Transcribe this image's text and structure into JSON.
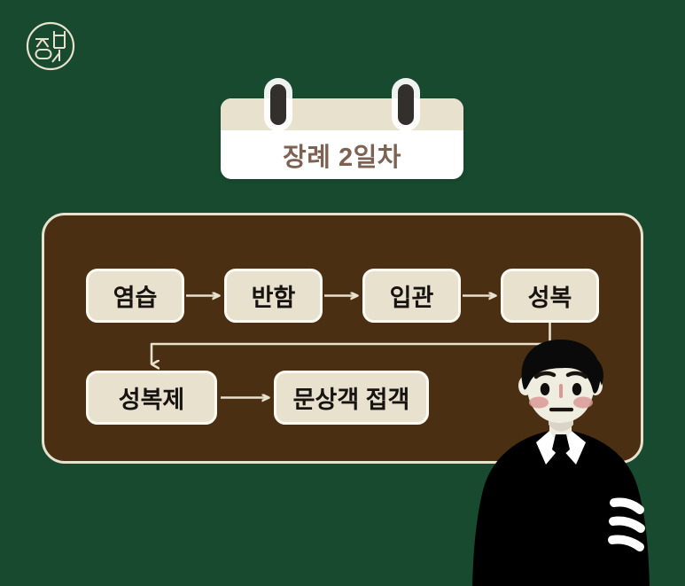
{
  "page": {
    "background_color": "#174A2E",
    "panel_color": "#4A2F12",
    "card_color": "#FFFFFF",
    "card_top_color": "#E8E1CE",
    "box_color": "#E8E1CE",
    "box_border_color": "#FBF9F2",
    "title_text_color": "#7D6153",
    "box_text_color": "#161310"
  },
  "logo": {
    "name": "circular-korean-seal-logo",
    "alt": "정"
  },
  "header": {
    "title": "장례 2일차",
    "clips": [
      {
        "name": "binder-clip-left"
      },
      {
        "name": "binder-clip-right"
      }
    ]
  },
  "flow": {
    "nodes": [
      {
        "id": "yeomseup",
        "label": "염습",
        "row": 1,
        "order": 1
      },
      {
        "id": "banham",
        "label": "반함",
        "row": 1,
        "order": 2
      },
      {
        "id": "ipgwan",
        "label": "입관",
        "row": 1,
        "order": 3
      },
      {
        "id": "seongbok",
        "label": "성복",
        "row": 1,
        "order": 4
      },
      {
        "id": "seongbokje",
        "label": "성복제",
        "row": 2,
        "order": 1
      },
      {
        "id": "munsang",
        "label": "문상객 접객",
        "row": 2,
        "order": 2
      }
    ],
    "edges": [
      {
        "from": "yeomseup",
        "to": "banham",
        "style": "straight-right"
      },
      {
        "from": "banham",
        "to": "ipgwan",
        "style": "straight-right"
      },
      {
        "from": "ipgwan",
        "to": "seongbok",
        "style": "straight-right"
      },
      {
        "from": "seongbok",
        "to": "seongbokje",
        "style": "elbow-down-left"
      },
      {
        "from": "seongbokje",
        "to": "munsang",
        "style": "straight-right"
      }
    ],
    "arrow_color": "#E8E1CE"
  },
  "character": {
    "name": "funeral-director-illustration",
    "description": "남성 장례지도사",
    "suit_color": "#000000",
    "shirt_color": "#FFFFFF",
    "skin_color": "#EFECE0",
    "cheek_color": "#D99A94",
    "armband_stripes": 3
  }
}
